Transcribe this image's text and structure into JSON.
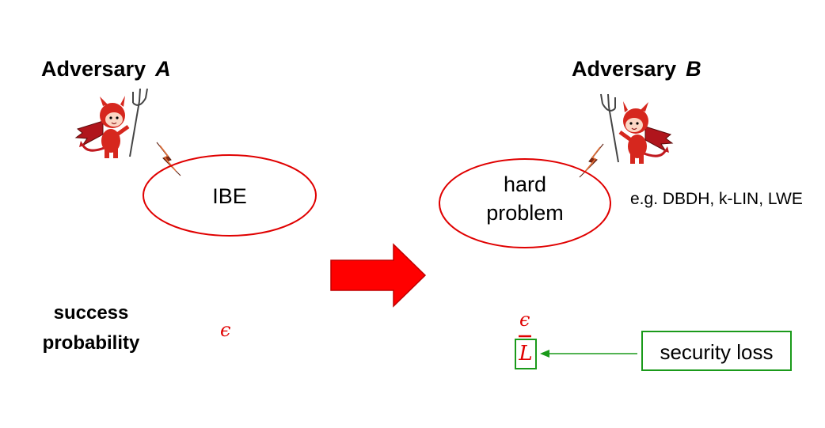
{
  "left": {
    "title_prefix": "Adversary",
    "title_letter": "A",
    "ellipse_label": "IBE"
  },
  "right": {
    "title_prefix": "Adversary",
    "title_letter": "B",
    "ellipse_label_line1": "hard",
    "ellipse_label_line2": "problem",
    "examples": "e.g. DBDH, k-LIN, LWE"
  },
  "bottom": {
    "success_line1": "success",
    "success_line2": "probability",
    "epsilon_left": "ϵ",
    "epsilon_right": "ϵ",
    "loss_symbol": "L",
    "security_loss": "security loss"
  },
  "colors": {
    "accent_red": "#e00000",
    "green": "#1a9a1a",
    "arrow_red": "#ff0000"
  }
}
